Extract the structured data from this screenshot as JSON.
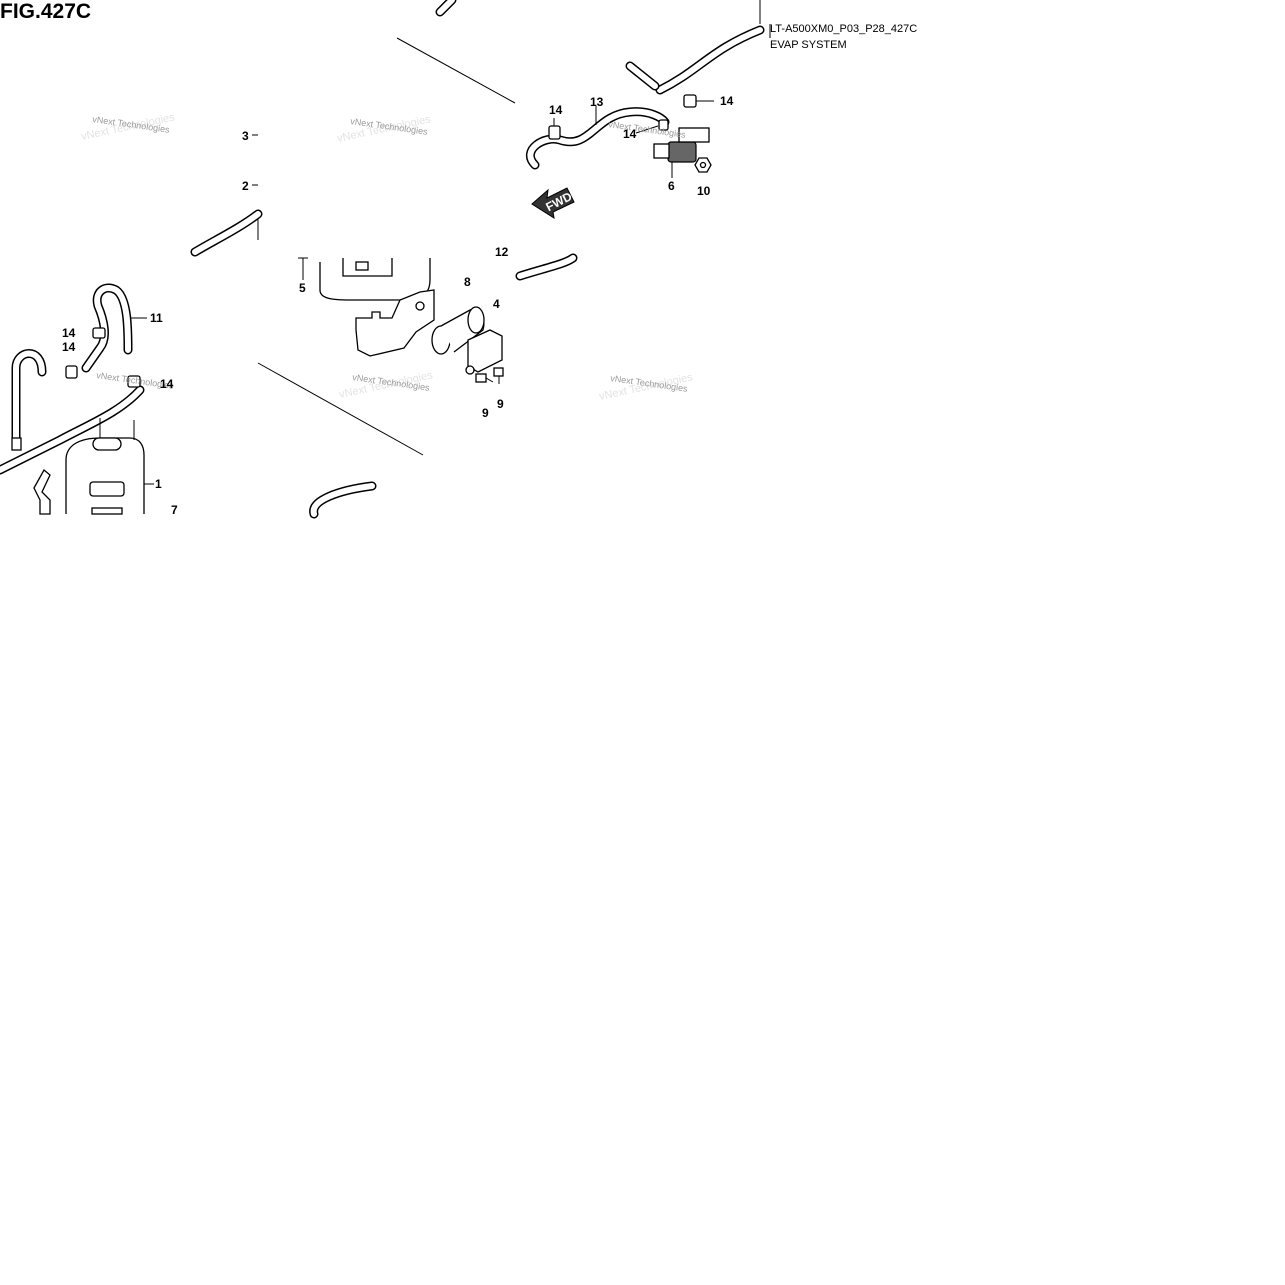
{
  "figure": {
    "title": "FIG.427C",
    "drawing_code": "LT-A500XM0_P03_P28_427C",
    "system_name": "EVAP SYSTEM",
    "direction_label": "FWD"
  },
  "watermark": {
    "text": "vNext Technologies",
    "faint_text": "vNext Technologies"
  },
  "callouts": [
    {
      "id": "c1",
      "label": "1"
    },
    {
      "id": "c2",
      "label": "2"
    },
    {
      "id": "c3",
      "label": "3"
    },
    {
      "id": "c4",
      "label": "4"
    },
    {
      "id": "c5",
      "label": "5"
    },
    {
      "id": "c6",
      "label": "6"
    },
    {
      "id": "c7",
      "label": "7"
    },
    {
      "id": "c8",
      "label": "8"
    },
    {
      "id": "c9a",
      "label": "9"
    },
    {
      "id": "c9b",
      "label": "9"
    },
    {
      "id": "c10",
      "label": "10"
    },
    {
      "id": "c11",
      "label": "11"
    },
    {
      "id": "c12",
      "label": "12"
    },
    {
      "id": "c13",
      "label": "13"
    },
    {
      "id": "c14a",
      "label": "14"
    },
    {
      "id": "c14b",
      "label": "14"
    },
    {
      "id": "c14c",
      "label": "14"
    },
    {
      "id": "c14d",
      "label": "14"
    },
    {
      "id": "c14e",
      "label": "14"
    },
    {
      "id": "c14f",
      "label": "14"
    }
  ]
}
